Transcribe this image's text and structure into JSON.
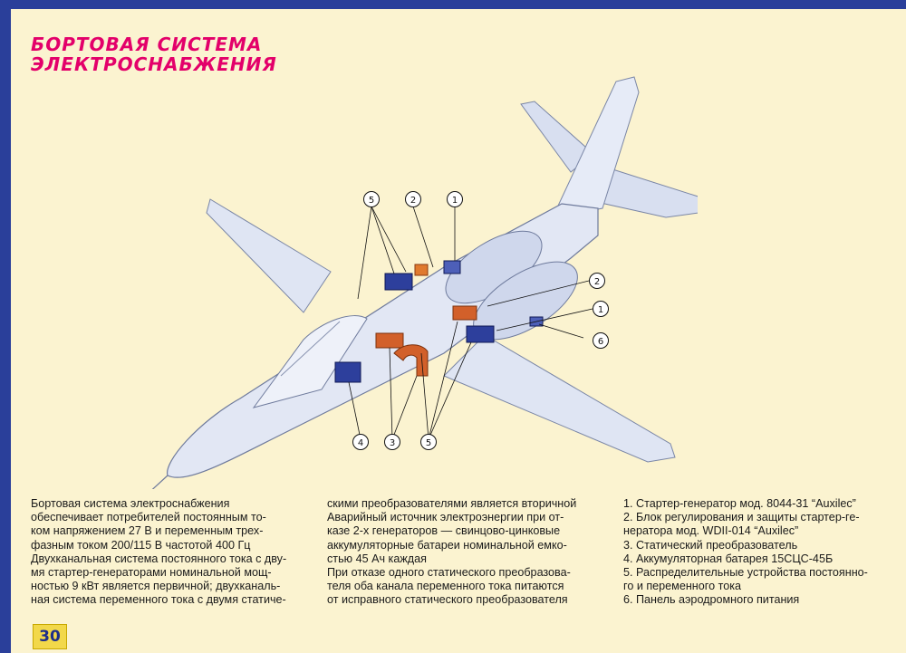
{
  "title": {
    "line1": "БОРТОВАЯ СИСТЕМА",
    "line2": "ЭЛЕКТРОСНАБЖЕНИЯ"
  },
  "description": {
    "col1": [
      "Бортовая система электроснабжения",
      "обеспечивает потребителей постоянным то-",
      "ком напряжением 27 В и переменным трех-",
      "фазным током 200/115 В частотой 400 Гц",
      "Двухканальная система постоянного тока с дву-",
      "мя стартер-генераторами номинальной мощ-",
      "ностью 9 кВт является первичной; двухканаль-",
      "ная система переменного тока с двумя статиче-"
    ],
    "col2": [
      "скими преобразователями является вторичной",
      "Аварийный источник электроэнергии при от-",
      "казе 2-х генераторов — свинцово-цинковые",
      "аккумуляторные батареи номинальной емко-",
      "стью 45 Ач каждая",
      "При отказе одного статического преобразова-",
      "теля оба канала переменного тока питаются",
      "от исправного статического преобразователя"
    ]
  },
  "legend": [
    "1. Стартер-генератор мод. 8044-31 “Auxilec”",
    "2. Блок регулирования и защиты стартер-ге-",
    "нератора мод. WDII-014 “Auxilec”",
    "3. Статический преобразователь",
    "4. Аккумуляторная батарея 15СЦС-45Б",
    "5. Распределительные устройства постоянно-",
    "го и переменного тока",
    "6. Панель аэродромного питания"
  ],
  "callouts": {
    "c5_top": "5",
    "c2_top": "2",
    "c1_top": "1",
    "c2_right": "2",
    "c1_right": "1",
    "c6_right": "6",
    "c4_bottom": "4",
    "c3_bottom": "3",
    "c5_bottom": "5"
  },
  "page_number": "30",
  "colors": {
    "border": "#2a3f9a",
    "page": "#fbf3d0",
    "title": "#e3006a",
    "airframe": "#dfe5f3",
    "battery": "#2d3f9c",
    "converter": "#d2602a"
  }
}
